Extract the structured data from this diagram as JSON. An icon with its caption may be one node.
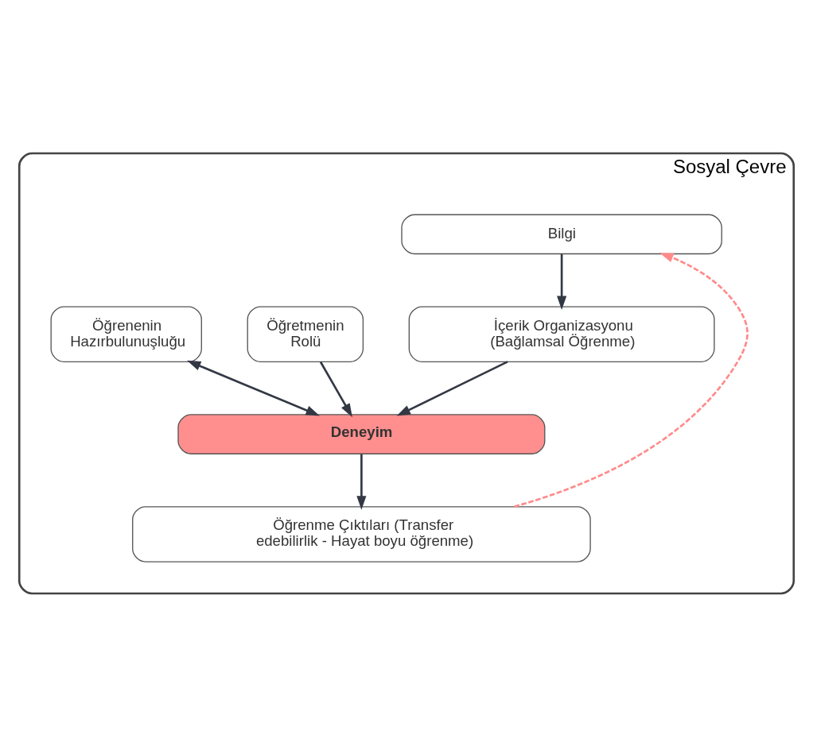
{
  "diagram": {
    "nodes": [
      {
        "text": [
          "Sosyal Çevre"
        ]
      },
      {
        "text": [
          "Bilgi"
        ],
        "in": 0
      },
      {
        "text": [
          "Öğretmenin Rolü"
        ],
        "in": 0
      },
      {
        "text": [
          "İçerik Organizasyonu (Bağlamsal Öğrenme)"
        ],
        "in": 0
      },
      {
        "text": [
          "Öğrenenin Hazırbulunuşluğu"
        ],
        "in": 0
      },
      {
        "text": [
          "Deneyim"
        ],
        "in": 0
      },
      {
        "text": [
          "Öğrenme Çıktıları (Transfer edebilirlik - Hayat boyu öğrenme)"
        ],
        "in": 0
      }
    ],
    "edges": [
      {
        "from": 1,
        "to": 3,
        "arrow": "to"
      },
      {
        "from": 2,
        "to": 5,
        "arrow": "to"
      },
      {
        "from": 3,
        "to": 5,
        "arrow": "to"
      },
      {
        "from": 5,
        "to": 4,
        "arrow": "both"
      },
      {
        "from": 5,
        "to": 6,
        "arrow": "to"
      },
      {
        "from": 6,
        "to": 1,
        "arrow": "to",
        "style": "dashed",
        "color": "#ff8a8a"
      }
    ]
  }
}
